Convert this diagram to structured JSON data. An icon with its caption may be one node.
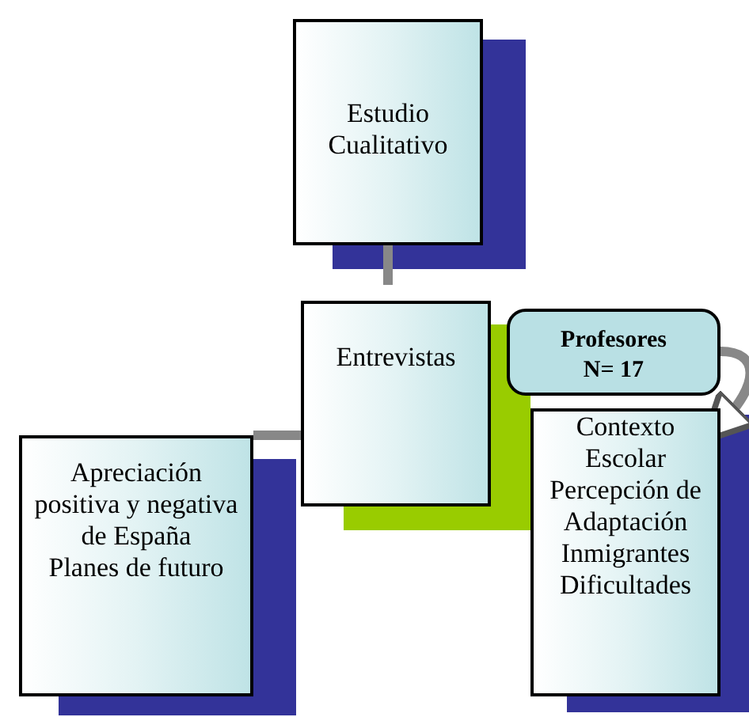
{
  "diagram": {
    "nodes": [
      {
        "text": [
          "Estudio Cualitativo"
        ]
      },
      {
        "text": [
          "Entrevistas"
        ]
      },
      {
        "text": [
          "Apreciación positiva y negativa de España",
          "Planes de futuro"
        ]
      },
      {
        "text": [
          "Profesores N= 17"
        ]
      },
      {
        "text": [
          "Contexto Escolar",
          "Percepción de Adaptación",
          "Inmigrantes",
          "Dificultades"
        ]
      }
    ],
    "edges": [
      {
        "from": 0,
        "to": 1,
        "arrow": "none"
      },
      {
        "from": 1,
        "to": 2,
        "arrow": "none"
      },
      {
        "from": 3,
        "to": 4,
        "arrow": "to"
      }
    ]
  }
}
